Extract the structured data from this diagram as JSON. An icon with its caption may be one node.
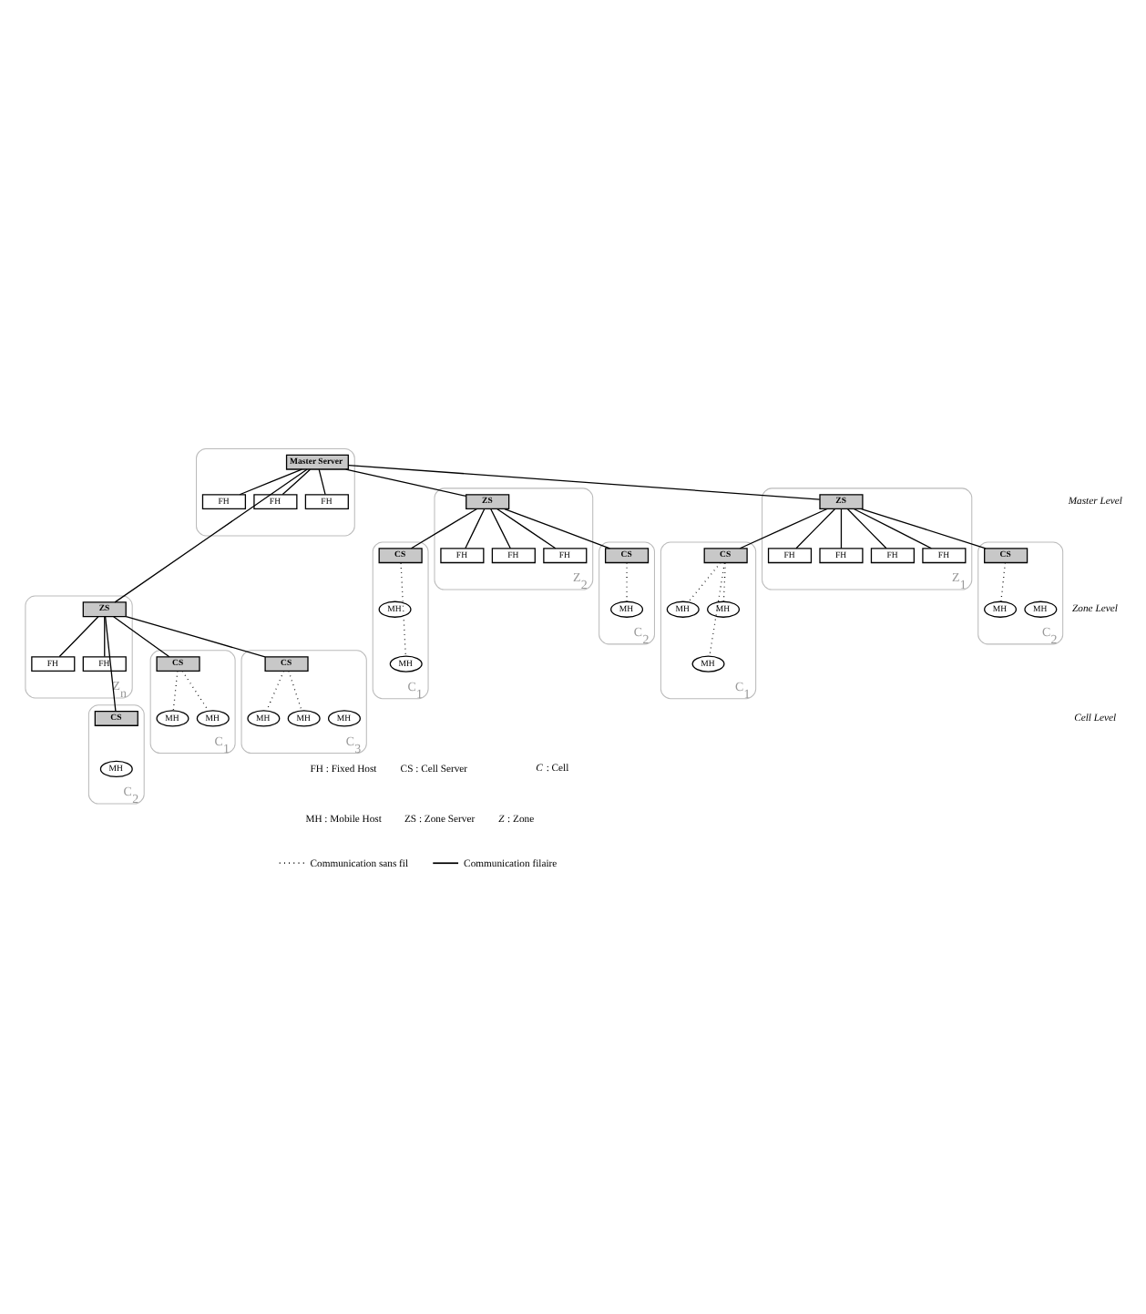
{
  "diagram": {
    "nodes": [
      {
        "text": [],
        "shape": "ellipse"
      },
      {
        "text": [
          "Master Server"
        ],
        "in": 0
      },
      {
        "text": [
          "FH"
        ],
        "in": 0
      },
      {
        "text": [
          "FH"
        ],
        "in": 0
      },
      {
        "text": [
          "FH"
        ],
        "in": 0
      },
      {
        "text": [],
        "shape": "ellipse",
        "beside": [
          "Z$_{n}$"
        ]
      },
      {
        "text": [
          "ZS"
        ],
        "in": 5
      },
      {
        "text": [
          "FH"
        ],
        "in": 5
      },
      {
        "text": [
          "FH"
        ],
        "in": 5
      },
      {
        "text": [],
        "shape": "ellipse",
        "beside": [
          "Z$_{2}$"
        ]
      },
      {
        "text": [
          "ZS"
        ],
        "in": 9
      },
      {
        "text": [
          "FH"
        ],
        "in": 9
      },
      {
        "text": [
          "FH"
        ],
        "in": 9
      },
      {
        "text": [
          "FH"
        ],
        "in": 9
      },
      {
        "text": [],
        "shape": "ellipse",
        "beside": [
          "Z$_{1}$"
        ]
      },
      {
        "text": [
          "ZS"
        ],
        "in": 14
      },
      {
        "text": [
          "FH"
        ],
        "in": 14
      },
      {
        "text": [
          "FH"
        ],
        "in": 14
      },
      {
        "text": [
          "FH"
        ],
        "in": 14
      },
      {
        "text": [
          "FH"
        ],
        "in": 14
      },
      {
        "text": [],
        "shape": "ellipse",
        "beside": [
          "C$_{2}$"
        ]
      },
      {
        "text": [
          "CS"
        ],
        "in": 20
      },
      {
        "text": [
          "MH"
        ],
        "in": 20
      },
      {
        "text": [],
        "shape": "ellipse",
        "beside": [
          "C$_{1}$"
        ]
      },
      {
        "text": [
          "CS"
        ],
        "in": 23
      },
      {
        "text": [
          "MH"
        ],
        "in": 23
      },
      {
        "text": [
          "MH"
        ],
        "in": 23
      },
      {
        "text": [],
        "shape": "ellipse",
        "beside": [
          "C$_{3}$"
        ]
      },
      {
        "text": [
          "CS"
        ],
        "in": 27
      },
      {
        "text": [
          "MH"
        ],
        "in": 27
      },
      {
        "text": [
          "MH"
        ],
        "in": 27
      },
      {
        "text": [
          "MH"
        ],
        "in": 27
      },
      {
        "text": [],
        "shape": "ellipse",
        "beside": [
          "C$_{2}$"
        ]
      },
      {
        "text": [
          "CS"
        ],
        "in": 32
      },
      {
        "text": [
          "MH"
        ],
        "in": 32
      },
      {
        "text": [],
        "shape": "ellipse",
        "beside": [
          "C$_{1}$"
        ]
      },
      {
        "text": [
          "CS"
        ],
        "in": 35
      },
      {
        "text": [
          "MH"
        ],
        "in": 35
      },
      {
        "text": [
          "MH"
        ],
        "in": 35
      },
      {
        "text": [],
        "shape": "ellipse",
        "beside": [
          "C$_{2}$"
        ]
      },
      {
        "text": [
          "CS"
        ],
        "in": 39
      },
      {
        "text": [
          "MH"
        ],
        "in": 39
      },
      {
        "text": [
          "MH"
        ],
        "in": 39
      },
      {
        "text": [],
        "shape": "ellipse",
        "beside": [
          "C$_{1}$"
        ]
      },
      {
        "text": [
          "CS"
        ],
        "in": 43
      },
      {
        "text": [
          "MH"
        ],
        "in": 43
      },
      {
        "text": [
          "MH"
        ],
        "in": 43
      },
      {
        "text": [
          "MH"
        ],
        "in": 43
      }
    ],
    "edges": [
      {
        "from": 1,
        "to": 2,
        "arrow": "none"
      },
      {
        "from": 1,
        "to": 3,
        "arrow": "none"
      },
      {
        "from": 1,
        "to": 4,
        "arrow": "none"
      },
      {
        "from": 1,
        "to": 6,
        "arrow": "none"
      },
      {
        "from": 1,
        "to": 10,
        "arrow": "none"
      },
      {
        "from": 1,
        "to": 15,
        "arrow": "none"
      },
      {
        "from": 6,
        "to": 7,
        "arrow": "none"
      },
      {
        "from": 6,
        "to": 8,
        "arrow": "none"
      },
      {
        "from": 6,
        "to": 21,
        "arrow": "none"
      },
      {
        "from": 6,
        "to": 28,
        "arrow": "none"
      },
      {
        "from": 6,
        "to": 24,
        "arrow": "none"
      },
      {
        "from": 10,
        "to": 11,
        "arrow": "none"
      },
      {
        "from": 10,
        "to": 12,
        "arrow": "none"
      },
      {
        "from": 10,
        "to": 13,
        "arrow": "none"
      },
      {
        "from": 10,
        "to": 33,
        "arrow": "none"
      },
      {
        "from": 10,
        "to": 36,
        "arrow": "none"
      },
      {
        "from": 15,
        "to": 16,
        "arrow": "none"
      },
      {
        "from": 15,
        "to": 17,
        "arrow": "none"
      },
      {
        "from": 15,
        "to": 18,
        "arrow": "none"
      },
      {
        "from": 15,
        "to": 19,
        "arrow": "none"
      },
      {
        "from": 15,
        "to": 40,
        "arrow": "none"
      },
      {
        "from": 15,
        "to": 44,
        "arrow": "none"
      },
      {
        "from": 24,
        "to": 25,
        "arrow": "none",
        "style": "dashed"
      },
      {
        "from": 24,
        "to": 26,
        "arrow": "none",
        "style": "dashed"
      },
      {
        "from": 28,
        "to": 29,
        "arrow": "none",
        "style": "dashed"
      },
      {
        "from": 28,
        "to": 30,
        "arrow": "none",
        "style": "dashed"
      },
      {
        "from": 33,
        "to": 34,
        "arrow": "none",
        "style": "dashed"
      },
      {
        "from": 36,
        "to": 38,
        "arrow": "none",
        "style": "dashed"
      },
      {
        "from": 40,
        "to": 41,
        "arrow": "none",
        "style": "dashed"
      },
      {
        "from": 44,
        "to": 45,
        "arrow": "none",
        "style": "dashed"
      },
      {
        "from": 44,
        "to": 46,
        "arrow": "none",
        "style": "dashed"
      },
      {
        "from": 44,
        "to": 47,
        "arrow": "none",
        "style": "dashed"
      }
    ],
    "labels": [
      "Master Level",
      "Zone Level",
      "Cell Level"
    ],
    "legend": [
      {
        "text": "FH : Fixed Host"
      },
      {
        "text": "CS : Cell Server"
      },
      {
        "text": "*C* : Cell"
      },
      {
        "text": "MH : Mobile Host"
      },
      {
        "text": "ZS : Zone Server"
      },
      {
        "text": "*Z* : Zone"
      },
      {
        "text": "Communication sans fil"
      },
      {
        "text": "Communication filaire"
      }
    ]
  }
}
